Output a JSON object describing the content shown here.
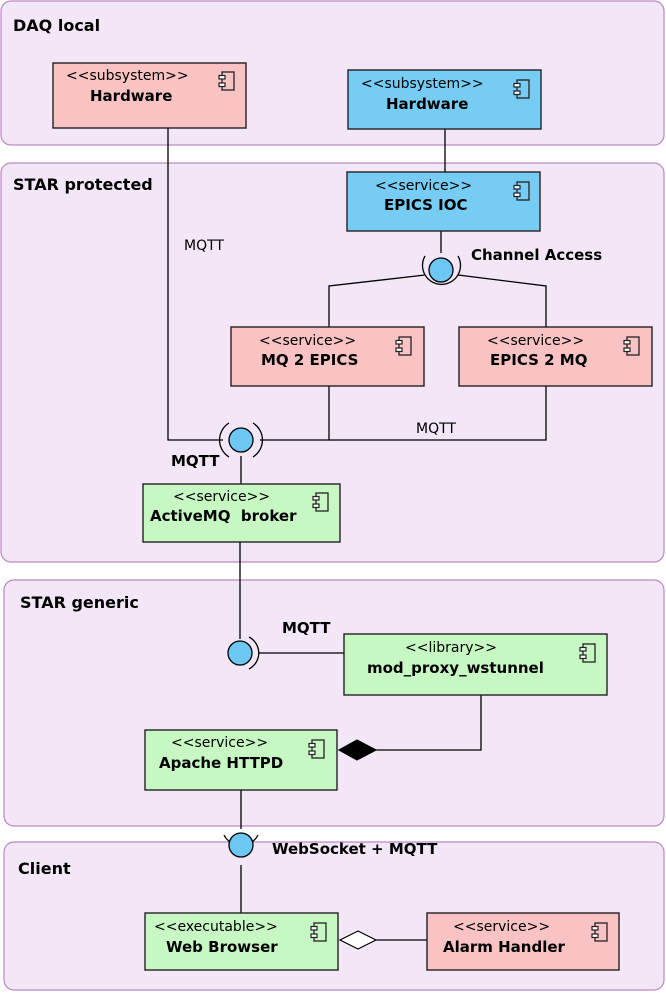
{
  "packages": [
    {
      "id": "daq",
      "title": "DAQ local"
    },
    {
      "id": "protected",
      "title": "STAR protected"
    },
    {
      "id": "generic",
      "title": "STAR generic"
    },
    {
      "id": "client",
      "title": "Client"
    }
  ],
  "components": [
    {
      "id": "hw-pink",
      "stereotype": "<<subsystem>>",
      "name": "Hardware",
      "color": "#f8c3c2"
    },
    {
      "id": "hw-blue",
      "stereotype": "<<subsystem>>",
      "name": "Hardware",
      "color": "#76ccf3"
    },
    {
      "id": "epics-ioc",
      "stereotype": "<<service>>",
      "name": "EPICS IOC",
      "color": "#76ccf3"
    },
    {
      "id": "mq2epics",
      "stereotype": "<<service>>",
      "name": "MQ 2 EPICS",
      "color": "#f8c3c2"
    },
    {
      "id": "epics2mq",
      "stereotype": "<<service>>",
      "name": "EPICS 2 MQ",
      "color": "#f8c3c2"
    },
    {
      "id": "activemq",
      "stereotype": "<<service>>",
      "name": "ActiveMQ  broker",
      "color": "#c7f8c3"
    },
    {
      "id": "wstunnel",
      "stereotype": "<<library>>",
      "name": "mod_proxy_wstunnel",
      "color": "#c7f8c3"
    },
    {
      "id": "httpd",
      "stereotype": "<<service>>",
      "name": "Apache HTTPD",
      "color": "#c7f8c3"
    },
    {
      "id": "browser",
      "stereotype": "<<executable>>",
      "name": "Web Browser",
      "color": "#c7f8c3"
    },
    {
      "id": "alarm",
      "stereotype": "<<service>>",
      "name": "Alarm Handler",
      "color": "#f8c3c2"
    }
  ],
  "labels": {
    "mqtt_hw": "MQTT",
    "channel_access": "Channel Access",
    "mqtt_epics2mq": "MQTT",
    "mqtt_broker": "MQTT",
    "mqtt_generic": "MQTT",
    "websocket_mqtt": "WebSocket + MQTT"
  },
  "icons": {
    "component": "uml-component-icon",
    "interface": "lollipop-interface-icon"
  }
}
